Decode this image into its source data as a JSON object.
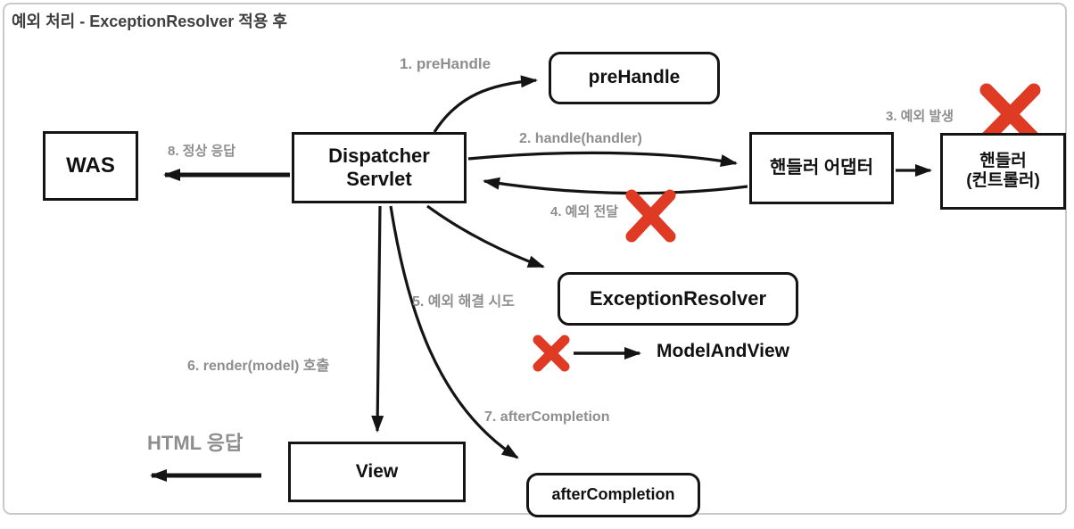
{
  "title": "예외 처리 - ExceptionResolver 적용 후",
  "nodes": {
    "was": "WAS",
    "dispatcher_line1": "Dispatcher",
    "dispatcher_line2": "Servlet",
    "prehandle": "preHandle",
    "handler_adapter": "핸들러 어댑터",
    "handler_line1": "핸들러",
    "handler_line2": "(컨트롤러)",
    "exception_resolver": "ExceptionResolver",
    "model_and_view": "ModelAndView",
    "view": "View",
    "after_completion": "afterCompletion"
  },
  "labels": {
    "step1": "1. preHandle",
    "step2": "2. handle(handler)",
    "step3": "3. 예외 발생",
    "step4": "4. 예외 전달",
    "step5": "5. 예외 해결 시도",
    "step6": "6. render(model) 호출",
    "step7": "7. afterCompletion",
    "step8": "8. 정상 응답",
    "html_response": "HTML 응답"
  },
  "colors": {
    "box_border": "#141414",
    "arrow": "#141414",
    "label_gray": "#8e8e8e",
    "red_x": "#df3a24",
    "frame_border": "#c9c9c9",
    "title_text": "#3f3f3f"
  }
}
